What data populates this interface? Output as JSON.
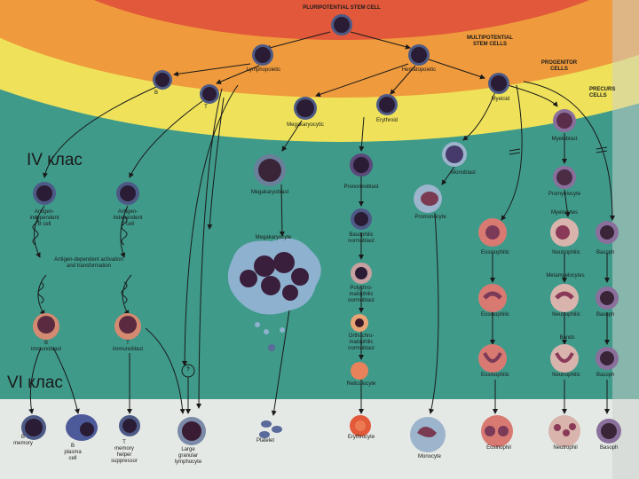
{
  "labels": {
    "pluripotential": "PLURIPOTENTIAL STEM CELL",
    "multipotential": "MULTIPOTENTIAL\nSTEM CELLS",
    "progenitor": "PROGENITOR\nCELLS",
    "precursor": "PRECURS\nCELLS",
    "lymphopoietic": "Lymphopoietic",
    "hematopoietic": "Hematopoietic",
    "b": "B",
    "t": "T",
    "megakaryocytic": "Megakaryocytic",
    "erythroid": "Erythroid",
    "myeloid": "Myeloid",
    "myeloblast": "Myeloblast",
    "monoblast": "Monoblast",
    "promyelocyte": "Promyelocyte",
    "myelocytes": "Myelocytes",
    "megakaryoblast": "Megakaryoblast",
    "pronormoblast": "Pronormoblast",
    "promonocyte": "Promonocyte",
    "ag_indep_b": "Antigen-\nindependent\nB cell",
    "ag_indep_t": "Antigen-\nindependent\nT cell",
    "megakaryocyte": "Megakaryocyte",
    "basophilic_normoblast": "Basophilic\nnormoblast",
    "ag_dep_activation": "Antigen-dependent activation\nand transformation",
    "eosinophilic_1": "Eosinophilic",
    "neutrophilic_1": "Neutrophilic",
    "basophilic_1": "Basoph",
    "metamyelocytes": "Metamyelocytes",
    "polychromatophilic": "Polychro-\nmatophilic\nnormoblast",
    "eosinophilic_2": "Eosinophilic",
    "neutrophilic_2": "Neutrophilic",
    "basophilic_2": "Basoph",
    "b_immunoblast": "B\nimmunoblast",
    "t_immunoblast": "T\nimmunoblast",
    "orthochromatophilic": "Orthochro-\nmatophilic\nnormoblast",
    "bands": "Bands",
    "eosinophilic_3": "Eosinophilic",
    "neutrophilic_3": "Neutrophilic",
    "basophilic_3": "Basoph",
    "question_mark": "?",
    "reticulocyte": "Reticulocyte",
    "b_memory": "B\nmemory",
    "b_plasma": "B\nplasma\ncell",
    "t_memory": "T\nmemory\nhelper\nsuppressor",
    "lgl": "Large\ngranular\nlymphocyte",
    "platelet": "Platelet",
    "erythrocyte": "Erythrocyte",
    "monocyte": "Monocyte",
    "eosinophil": "Eosinophil",
    "neutrophil": "Neutrophil",
    "basophil": "Basoph"
  },
  "annotations": {
    "class_iv": "IV клас",
    "class_vi": "VI клас"
  },
  "colors": {
    "background": "#3f9a8a",
    "core_red": "#e2583a",
    "orange_band": "#ef9a3c",
    "yellow_band": "#efe25a",
    "bottom_strip": "#e5e9e5",
    "nucleus": "#3a1f3c",
    "cytoplasm_blue": "#8db1cf",
    "eosinophil_pink": "#d98a86",
    "erythrocyte_red": "#e25a3a"
  }
}
